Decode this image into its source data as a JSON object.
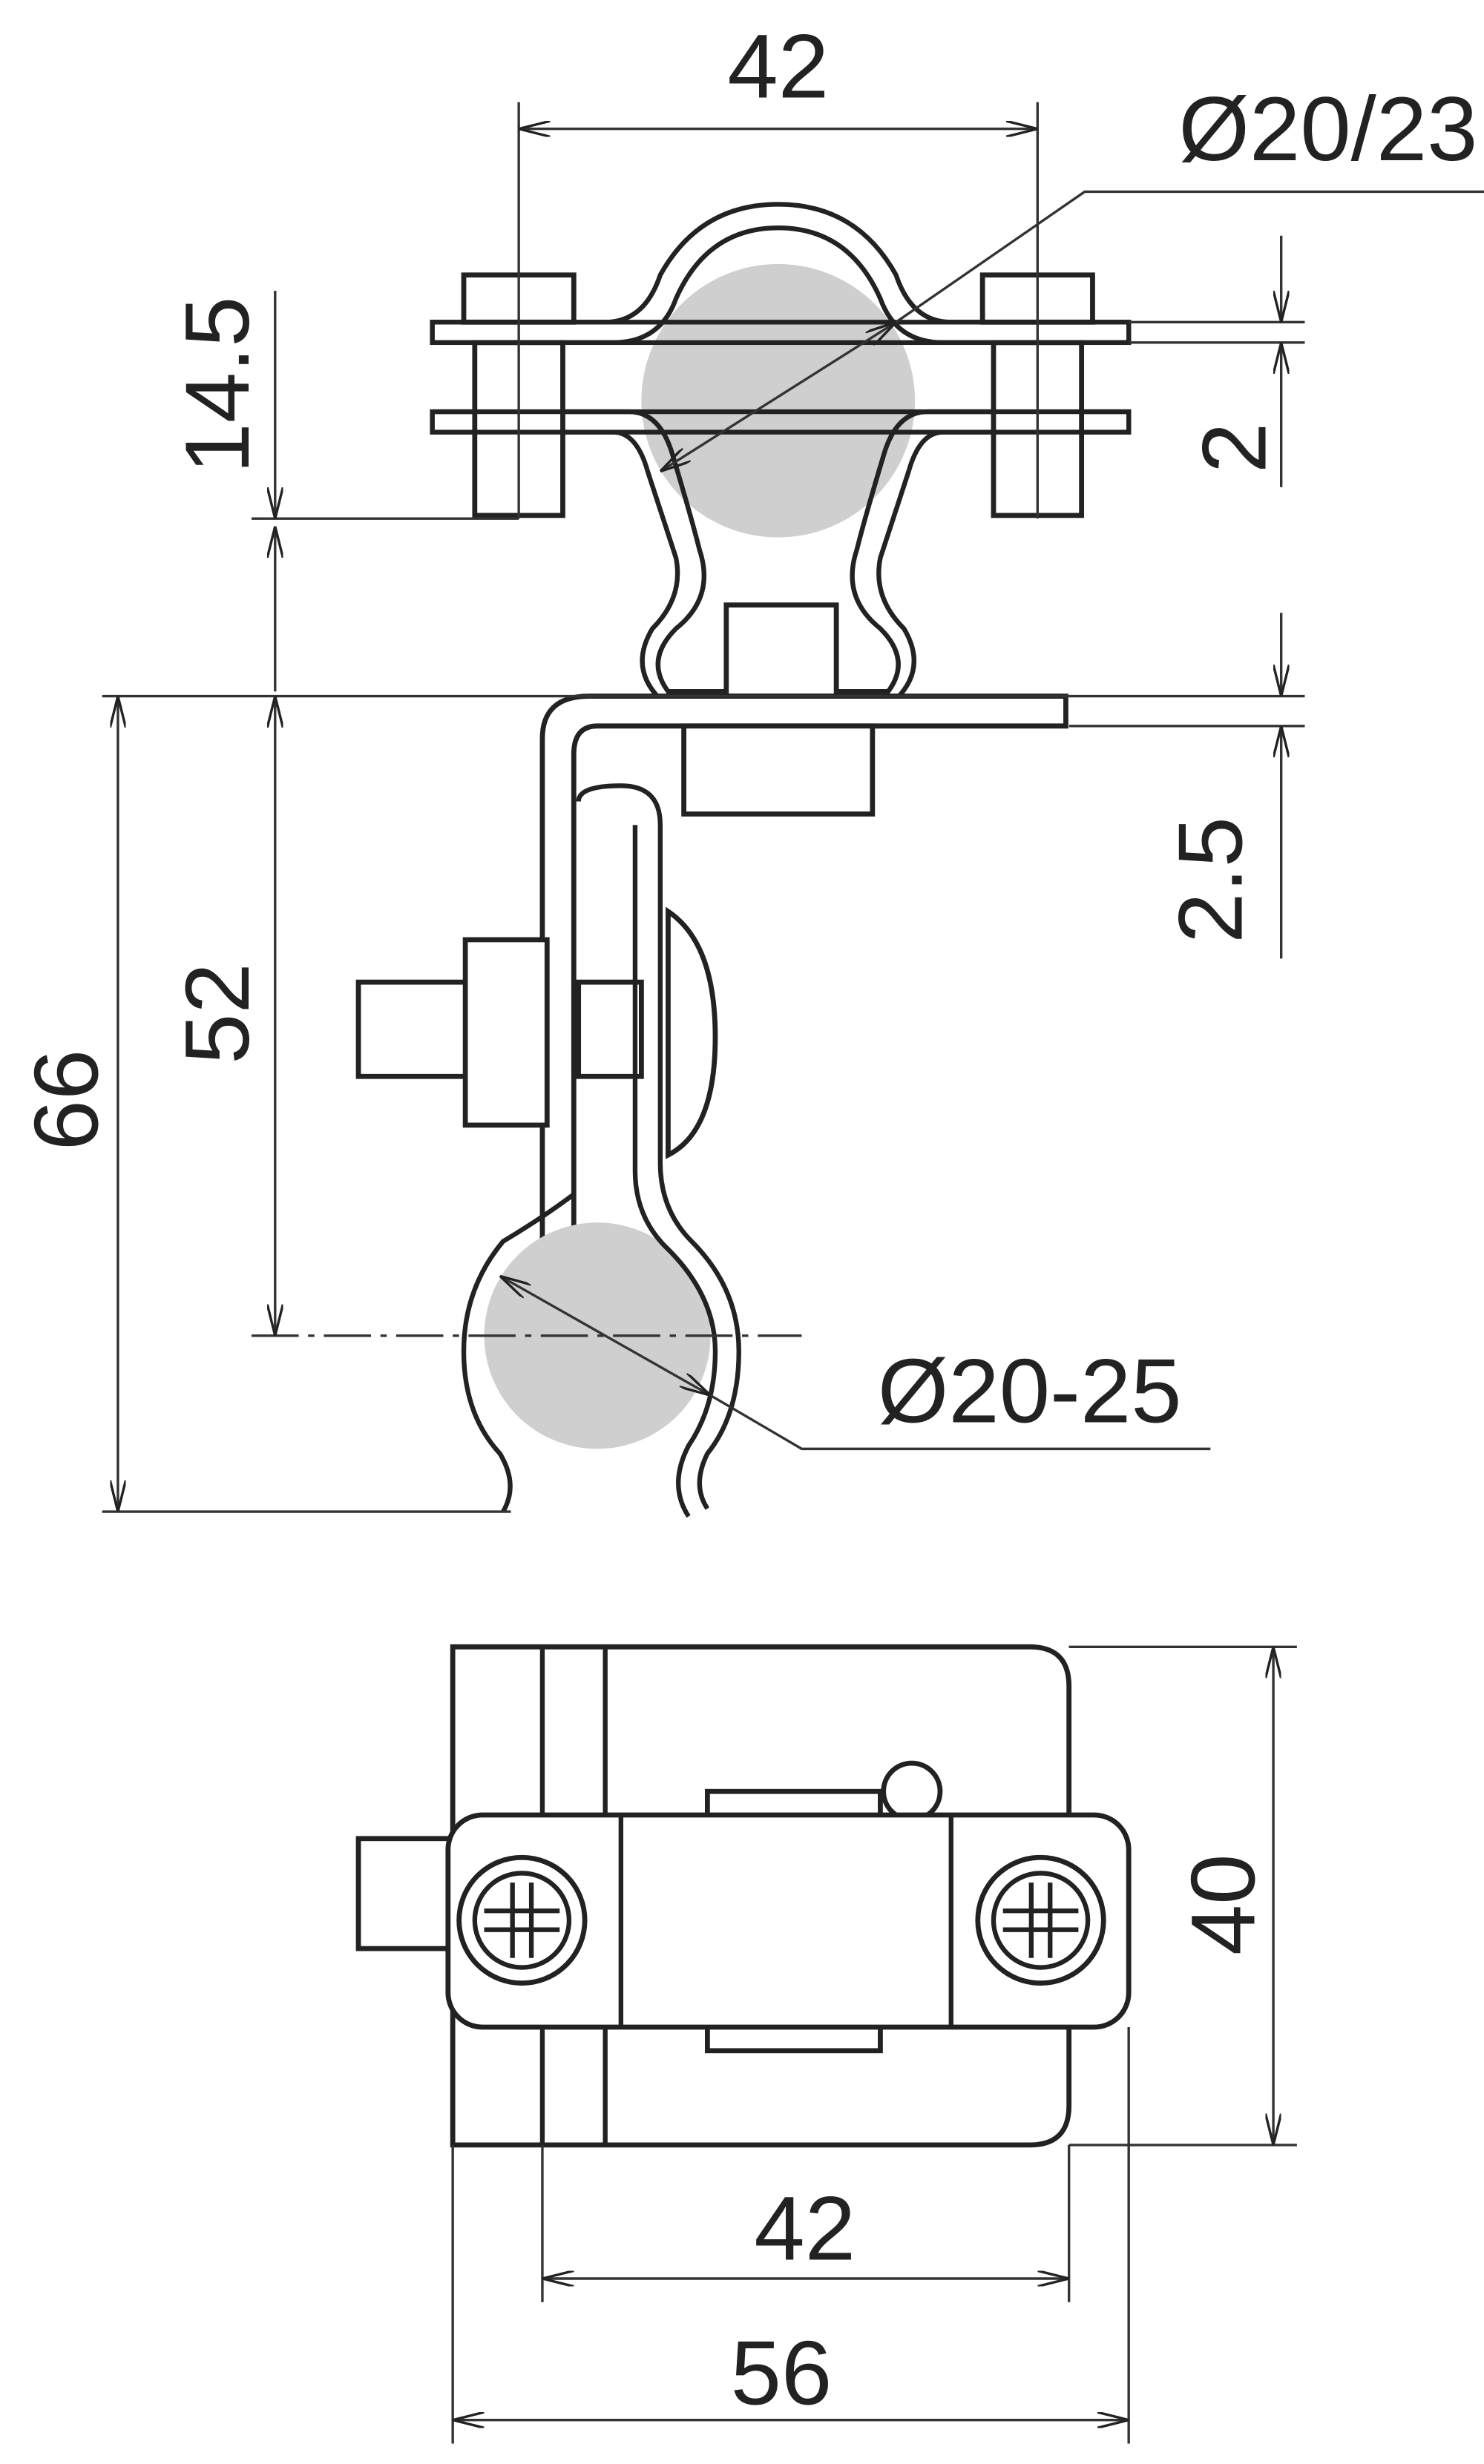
{
  "drawing": {
    "top_view_dimensions": {
      "width_between_bolts": "42",
      "upper_pipe_diameter": "Ø20/23",
      "clamp_height": "14.5",
      "strap_thickness": "2",
      "bracket_thickness": "2.5",
      "bracket_to_lower_pipe": "52",
      "overall_height": "66",
      "lower_pipe_diameter": "Ø20-25"
    },
    "bottom_view_dimensions": {
      "depth": "40",
      "bolt_spacing": "42",
      "overall_width": "56"
    },
    "colors": {
      "line": "#222222",
      "pipe_fill": "#cfcfcf"
    }
  }
}
